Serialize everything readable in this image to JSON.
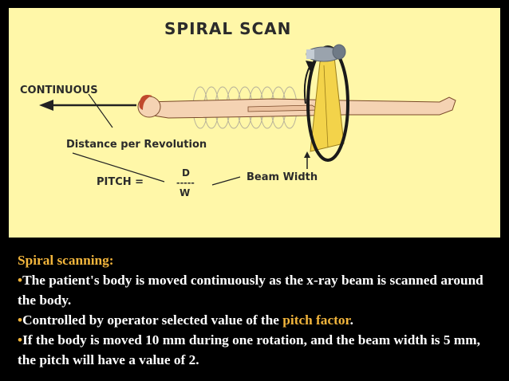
{
  "figure": {
    "title": "SPIRAL  SCAN",
    "continuous_label": "CONTINUOUS",
    "distance_label": "Distance per Revolution",
    "pitch_label": "PITCH =",
    "pitch_numerator": "D",
    "pitch_bar": "-----",
    "pitch_denominator": "W",
    "beam_width_label": "Beam Width",
    "colors": {
      "background": "#FFF7A8",
      "gantry": "#1a1a1a",
      "beam": "#F3D34A",
      "tube": "#9AA3AD"
    }
  },
  "text": {
    "heading": "Spiral scanning:",
    "bullet1": "The patient's body is moved continuously as the x-ray beam is scanned around the body.",
    "bullet2_before": "Controlled by operator selected value of the ",
    "bullet2_highlight": "pitch factor",
    "bullet2_after": ".",
    "bullet3": "If the body is moved 10 mm during one rotation, and the beam width is 5 mm, the pitch will have a value of 2.",
    "bullet_symbol": "•",
    "colors": {
      "text": "#FFFFFF",
      "accent": "#F2B53C",
      "background": "#000000"
    }
  }
}
